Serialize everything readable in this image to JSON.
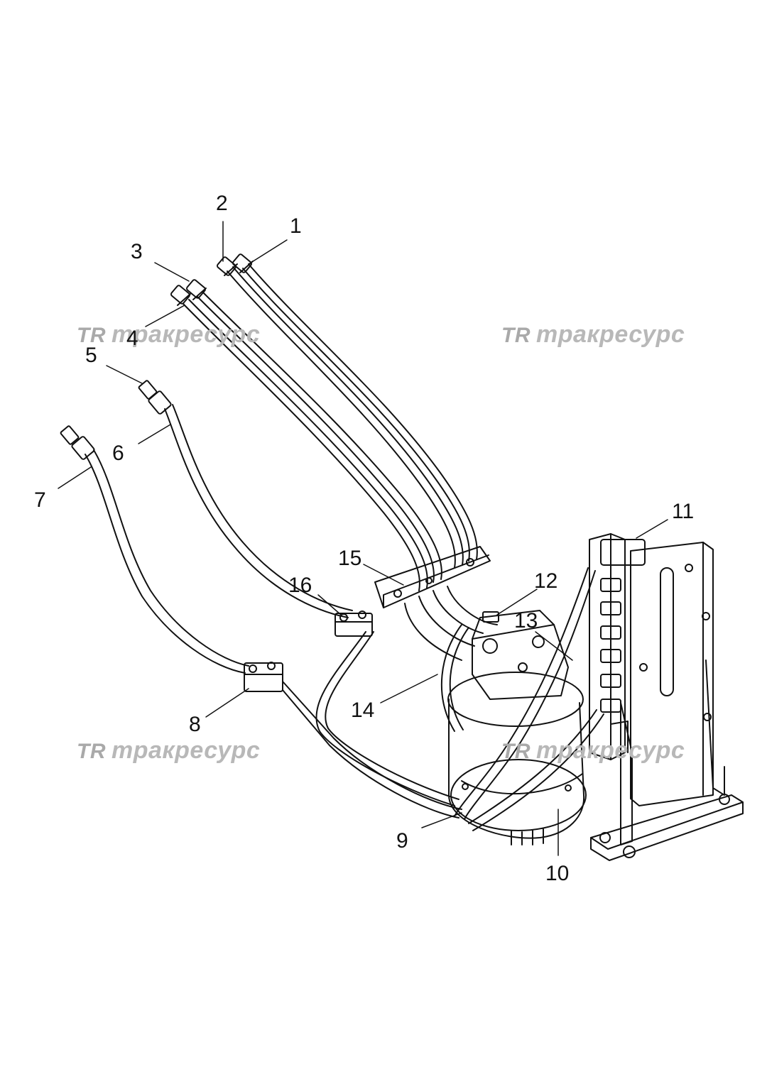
{
  "callouts": [
    "1",
    "2",
    "3",
    "4",
    "5",
    "6",
    "7",
    "8",
    "9",
    "10",
    "11",
    "12",
    "13",
    "14",
    "15",
    "16"
  ],
  "watermark": {
    "logo": "TR",
    "text": "тракресурс"
  }
}
